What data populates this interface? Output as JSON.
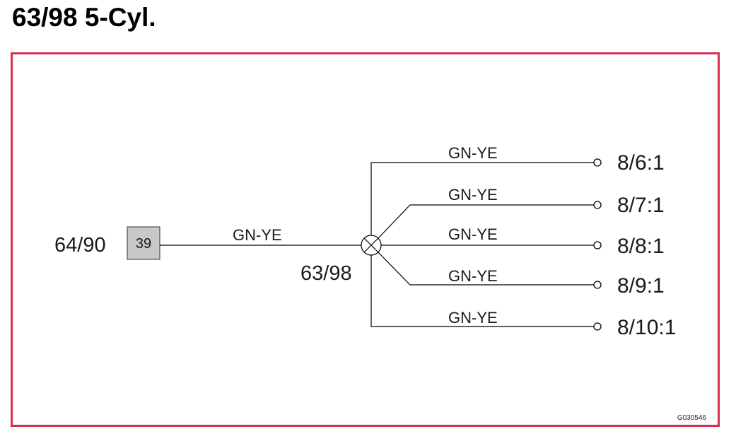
{
  "page": {
    "title": "63/98 5-Cyl.",
    "colors": {
      "frame": "#d5304e",
      "component_fill": "#c8c8c8",
      "line": "#000000"
    }
  },
  "diagram": {
    "source": {
      "connector_label": "64/90",
      "component_number": "39",
      "wire_label": "GN-YE"
    },
    "splice": {
      "label": "63/98",
      "icon": "splice-crossed-circle-icon"
    },
    "branches": [
      {
        "wire_label": "GN-YE",
        "pin_label": "8/6:1"
      },
      {
        "wire_label": "GN-YE",
        "pin_label": "8/7:1"
      },
      {
        "wire_label": "GN-YE",
        "pin_label": "8/8:1"
      },
      {
        "wire_label": "GN-YE",
        "pin_label": "8/9:1"
      },
      {
        "wire_label": "GN-YE",
        "pin_label": "8/10:1"
      }
    ],
    "reference_code": "G030546"
  }
}
